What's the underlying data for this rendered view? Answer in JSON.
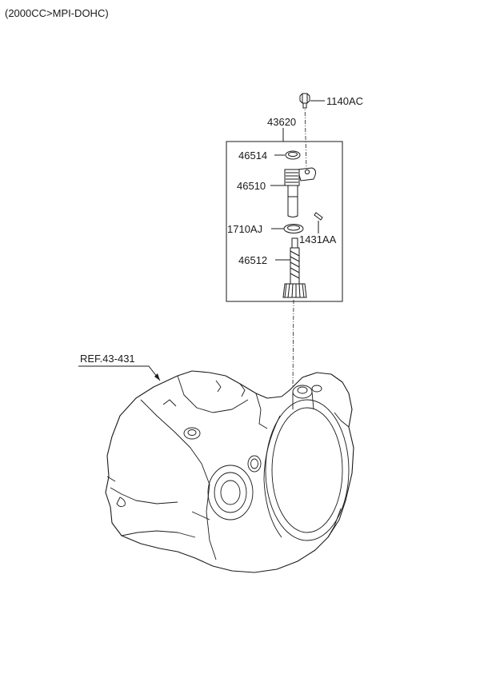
{
  "header": {
    "engine_spec": "(2000CC>MPI-DOHC)"
  },
  "callouts": {
    "bolt": "1140AC",
    "assembly": "43620",
    "o_ring_top": "46514",
    "sleeve": "46510",
    "o_ring_lower": "1710AJ",
    "pin": "1431AA",
    "driven_gear": "46512"
  },
  "reference": {
    "transaxle_case": "REF.43-431"
  }
}
